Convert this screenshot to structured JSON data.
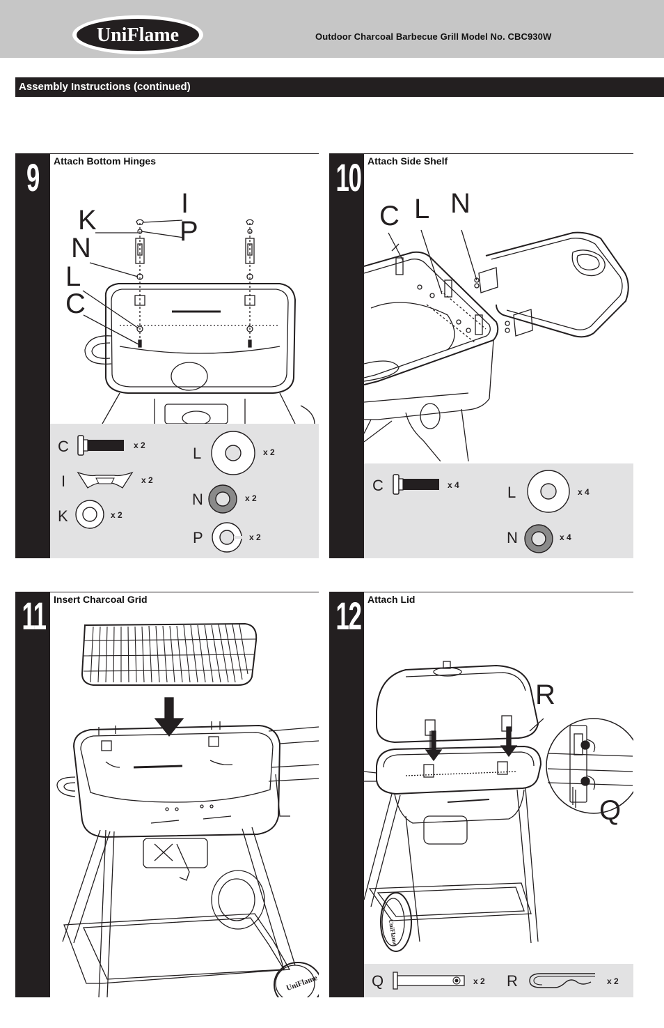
{
  "header": {
    "brand": "UniFlame",
    "title": "Outdoor Charcoal Barbecue Grill  Model No. CBC930W"
  },
  "section": {
    "title": "Assembly Instructions (continued)"
  },
  "steps": [
    {
      "number": "9",
      "title": "Attach Bottom Hinges",
      "callouts": [
        "I",
        "K",
        "P",
        "N",
        "L",
        "C"
      ],
      "parts": [
        {
          "letter": "C",
          "qty": "x 2"
        },
        {
          "letter": "I",
          "qty": "x 2"
        },
        {
          "letter": "K",
          "qty": "x 2"
        },
        {
          "letter": "L",
          "qty": "x 2"
        },
        {
          "letter": "N",
          "qty": "x 2"
        },
        {
          "letter": "P",
          "qty": "x 2"
        }
      ]
    },
    {
      "number": "10",
      "title": "Attach Side Shelf",
      "callouts": [
        "C",
        "L",
        "N"
      ],
      "parts": [
        {
          "letter": "C",
          "qty": "x 4"
        },
        {
          "letter": "L",
          "qty": "x 4"
        },
        {
          "letter": "N",
          "qty": "x 4"
        }
      ]
    },
    {
      "number": "11",
      "title": "Insert Charcoal Grid",
      "wheel_brand": "UniFlame"
    },
    {
      "number": "12",
      "title": "Attach Lid",
      "callouts": [
        "R",
        "Q"
      ],
      "wheel_brand": "UniFlame",
      "parts": [
        {
          "letter": "Q",
          "qty": "x 2"
        },
        {
          "letter": "R",
          "qty": "x 2"
        }
      ]
    }
  ],
  "colors": {
    "dark": "#231f20",
    "header_bg": "#c6c6c6",
    "parts_bg": "#e2e2e3"
  }
}
